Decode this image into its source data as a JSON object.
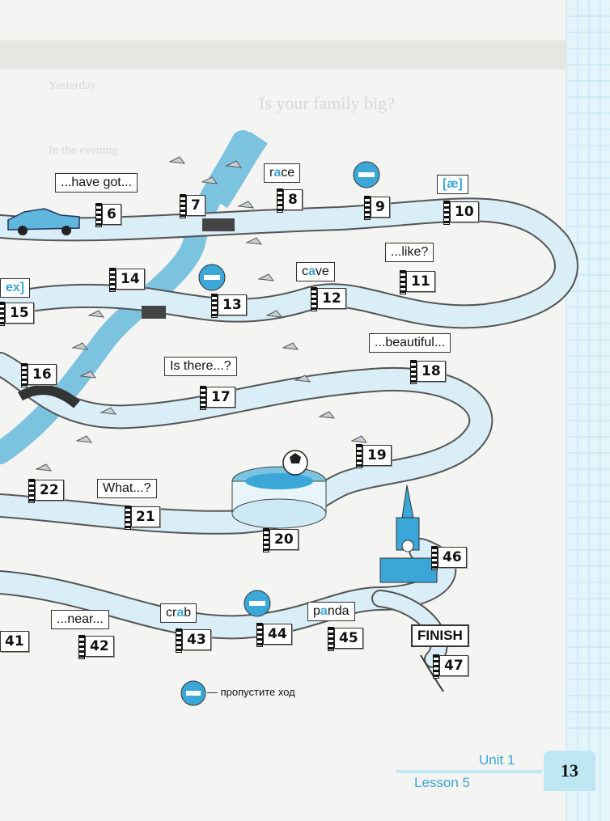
{
  "board": {
    "tiles": [
      {
        "n": "6"
      },
      {
        "n": "7"
      },
      {
        "n": "8"
      },
      {
        "n": "9"
      },
      {
        "n": "10"
      },
      {
        "n": "11"
      },
      {
        "n": "12"
      },
      {
        "n": "13"
      },
      {
        "n": "14"
      },
      {
        "n": "15"
      },
      {
        "n": "16"
      },
      {
        "n": "17"
      },
      {
        "n": "18"
      },
      {
        "n": "19"
      },
      {
        "n": "20"
      },
      {
        "n": "21"
      },
      {
        "n": "22"
      },
      {
        "n": "41"
      },
      {
        "n": "42"
      },
      {
        "n": "43"
      },
      {
        "n": "44"
      },
      {
        "n": "45"
      },
      {
        "n": "46"
      },
      {
        "n": "47"
      }
    ],
    "words": {
      "have_got": "...have got...",
      "race_pre": "r",
      "race_hl": "a",
      "race_post": "ce",
      "ae": "[æ]",
      "like": "...like?",
      "cave_pre": "c",
      "cave_hl": "a",
      "cave_post": "ve",
      "ex": "ex]",
      "beautiful": "...beautiful...",
      "is_there": "Is there...?",
      "what": "What...?",
      "near": "...near...",
      "crab_pre": "cr",
      "crab_hl": "a",
      "crab_post": "b",
      "panda_pre": "p",
      "panda_hl": "a",
      "panda_post": "nda",
      "finish": "FINISH"
    },
    "legend": "— пропустите ход"
  },
  "footer": {
    "unit": "Unit 1",
    "lesson": "Lesson 5",
    "page": "13"
  },
  "colors": {
    "river": "#7cc3e0",
    "path": "#d9eef7",
    "accent": "#3aa7d8",
    "grid": "#c9e9f4"
  }
}
